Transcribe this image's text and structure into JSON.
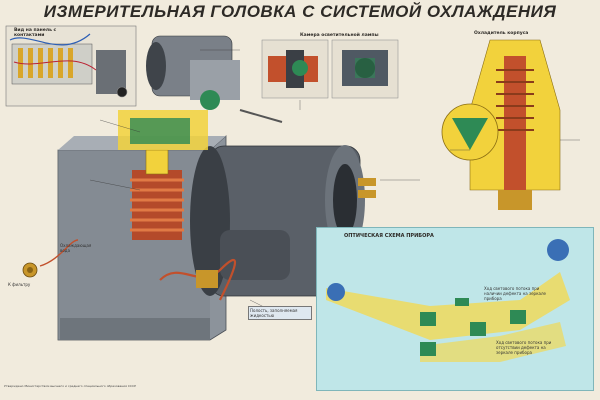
{
  "poster": {
    "title": "ИЗМЕРИТЕЛЬНАЯ ГОЛОВКА С СИСТЕМОЙ ОХЛАЖДЕНИЯ",
    "inset_labels": {
      "panel_view": "Вид на панель с контактами",
      "chamber": "Камера осветительной лампы",
      "cap": "Охладитель корпуса"
    },
    "optics": {
      "title": "ОПТИЧЕСКАЯ СХЕМА ПРИБОРА",
      "beam_note_1": "Ход светового потока при наличии дефекта на зеркале прибора",
      "beam_note_2": "Ход светового потока при отсутствии дефекта на зеркале прибора"
    },
    "notes": {
      "callout_box": "Полость, заполняемая жидкостью",
      "water_connection": "К фильтру",
      "cooling_water": "Охлаждающая вода"
    },
    "footer": "Утверждено Министерством высшего и среднего специального образования СССР"
  },
  "colors": {
    "background": "#f1ebdd",
    "metal": "#8c939b",
    "dark_metal": "#4a4f56",
    "copper": "#c2502c",
    "yellow_cut": "#f2d23c",
    "green": "#2e8a55",
    "optics_bg": "#bfe6e8",
    "beam": "#f5d84a"
  }
}
